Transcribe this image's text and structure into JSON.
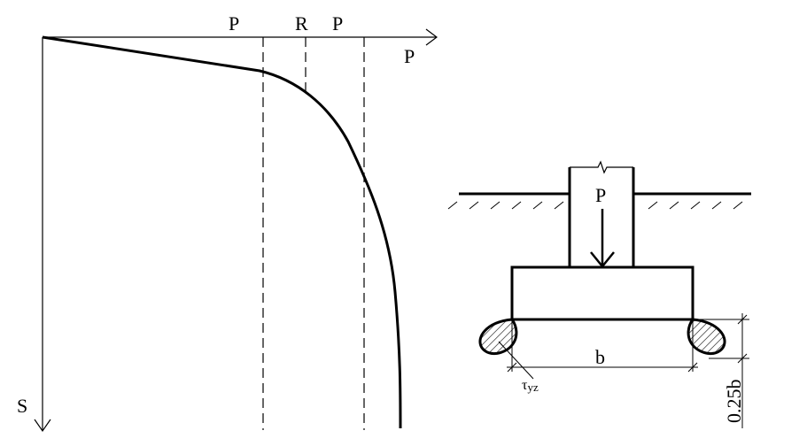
{
  "graph": {
    "axis_p_label": "P",
    "axis_s_label": "S",
    "top_labels": [
      "P",
      "R",
      "P"
    ]
  },
  "foundation": {
    "load_label": "P",
    "width_label": "b",
    "depth_label": "0.25b",
    "shear_label_main": "τ",
    "shear_label_sub": "yz"
  }
}
